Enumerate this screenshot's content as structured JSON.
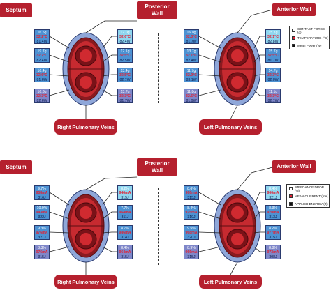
{
  "colors": {
    "header_red": "#b5202e",
    "box_dark": "#7f87c9",
    "box_mid": "#4d92d3",
    "box_light": "#8fd6ef",
    "heart_dark": "#8a1a20",
    "heart_red": "#c62a30",
    "heart_ring": "#8fa7d9",
    "text_red": "#e02436"
  },
  "top": {
    "septum_label": "Septum",
    "posterior_label": "Posterior\nWall",
    "anterior_label": "Anterior Wall",
    "right_veins_label": "Right Pulmonary Veins",
    "left_veins_label": "Left Pulmonary Veins",
    "right_left_boxes": [
      {
        "v1": "16.5g",
        "v2": "32.2°C",
        "v3": "81.4W"
      },
      {
        "v1": "19.7g",
        "v2": "32.7°C",
        "v3": "82.4W"
      },
      {
        "v1": "16.4g",
        "v2": "32.6°C",
        "v3": "81.6W"
      },
      {
        "v1": "16.8g",
        "v2": "32.3°C",
        "v3": "82.6W"
      }
    ],
    "right_right_boxes": [
      {
        "v1": "17.0g",
        "v2": "32.6°C",
        "v3": "82.4W"
      },
      {
        "v1": "12.1g",
        "v2": "32.5°C",
        "v3": "82.5W"
      },
      {
        "v1": "13.4g",
        "v2": "32.5°C",
        "v3": "82.1W"
      },
      {
        "v1": "13.7g",
        "v2": "32.3°C",
        "v3": "81.7W"
      }
    ],
    "left_left_boxes": [
      {
        "v1": "16.0g",
        "v2": "32.3°C",
        "v3": "81.7W"
      },
      {
        "v1": "13.7g",
        "v2": "32.1°C",
        "v3": "82.4W"
      },
      {
        "v1": "11.7g",
        "v2": "32.9°C",
        "v3": "83.1W"
      },
      {
        "v1": "11.8g",
        "v2": "32.6°C",
        "v3": "81.9W"
      }
    ],
    "left_right_boxes": [
      {
        "v1": "15.7g",
        "v2": "32.1°C",
        "v3": "82.8W"
      },
      {
        "v1": "15.7g",
        "v2": "32.5°C",
        "v3": "81.7W"
      },
      {
        "v1": "14.7g",
        "v2": "32.3°C",
        "v3": "82.0W"
      },
      {
        "v1": "11.1g",
        "v2": "32.3°C",
        "v3": "82.1W"
      }
    ],
    "legend": [
      {
        "label": "CONTACT FORCE (g)",
        "color": "#ffffff"
      },
      {
        "label": "TEMPERATURE (°C)",
        "color": "#e02436"
      },
      {
        "label": "Mean Power (W)",
        "color": "#111111"
      }
    ]
  },
  "bottom": {
    "septum_label": "Septum",
    "posterior_label": "Posterior\nWall",
    "anterior_label": "Anterior Wall",
    "right_veins_label": "Right Pulmonary Veins",
    "left_veins_label": "Left Pulmonary Veins",
    "right_left_boxes": [
      {
        "v1": "9.7%",
        "v2": "958mA",
        "v3": "316J"
      },
      {
        "v1": "10.0%",
        "v2": "943mA",
        "v3": "322J"
      },
      {
        "v1": "9.3%",
        "v2": "976mA",
        "v3": "321J"
      },
      {
        "v1": "8.3%",
        "v2": "976mA",
        "v3": "315J"
      }
    ],
    "right_right_boxes": [
      {
        "v1": "8.2%",
        "v2": "946mA",
        "v3": "315J"
      },
      {
        "v1": "7.7%",
        "v2": "964mA",
        "v3": "311J"
      },
      {
        "v1": "8.7%",
        "v2": "986mA",
        "v3": "314J"
      },
      {
        "v1": "8.4%",
        "v2": "964mA",
        "v3": "315J"
      }
    ],
    "left_left_boxes": [
      {
        "v1": "8.6%",
        "v2": "966mA",
        "v3": "315J"
      },
      {
        "v1": "8.4%",
        "v2": "975mA",
        "v3": "319J"
      },
      {
        "v1": "9.5%",
        "v2": "968mA",
        "v3": "320J"
      },
      {
        "v1": "8.9%",
        "v2": "966mA",
        "v3": "315J"
      }
    ],
    "left_right_boxes": [
      {
        "v1": "8.4%",
        "v2": "966mA",
        "v3": "321J"
      },
      {
        "v1": "8.3%",
        "v2": "970mA",
        "v3": "313J"
      },
      {
        "v1": "8.2%",
        "v2": "977mA",
        "v3": "315J"
      },
      {
        "v1": "8.8%",
        "v2": "973mA",
        "v3": "308J"
      }
    ],
    "legend": [
      {
        "label": "IMPEDANCE DROP (%)",
        "color": "#ffffff"
      },
      {
        "label": "MEAN CURRENT (mA)",
        "color": "#e02436"
      },
      {
        "label": "APPLIED ENERGY (J)",
        "color": "#111111"
      }
    ]
  }
}
